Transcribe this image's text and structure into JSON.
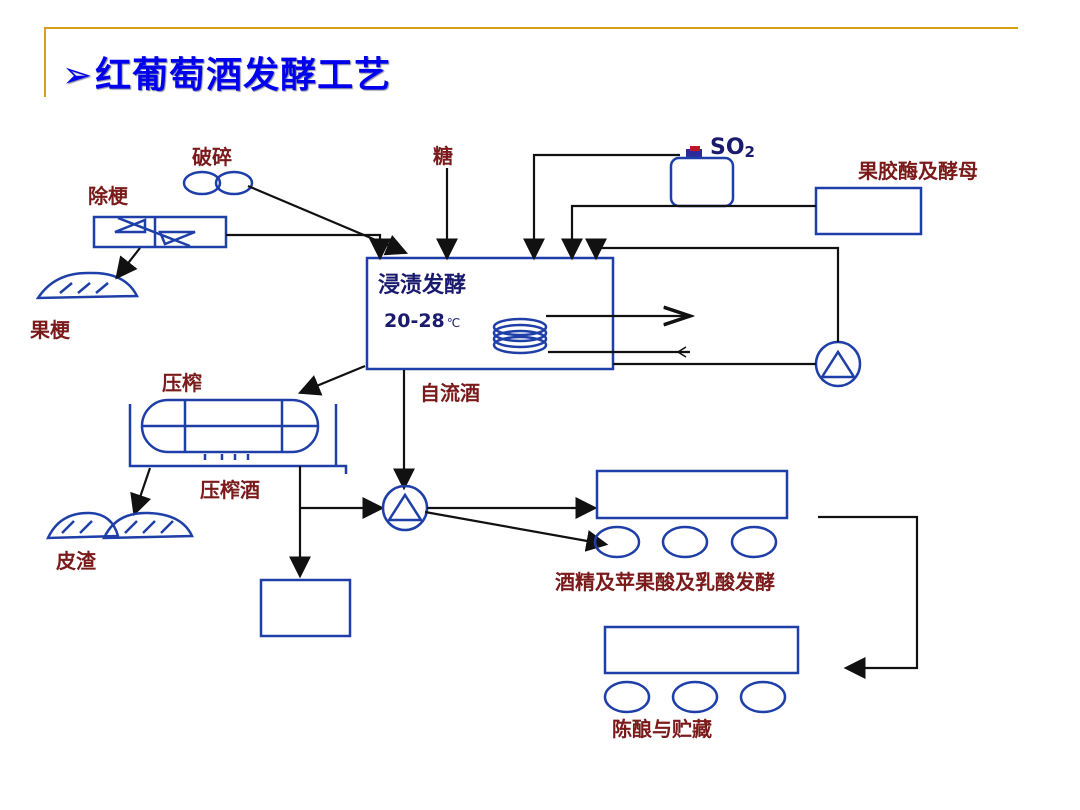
{
  "title": "红葡萄酒发酵工艺",
  "title_marker": "➢",
  "labels": {
    "crush": "破碎",
    "destem": "除梗",
    "stems": "果梗",
    "sugar": "糖",
    "so2_main": "SO",
    "so2_sub": "2",
    "pectinase_yeast": "果胶酶及酵母",
    "maceration": "浸渍发酵",
    "temp": "20-28",
    "temp_unit": "℃",
    "press": "压榨",
    "free_run": "自流酒",
    "press_wine": "压榨酒",
    "pomace": "皮渣",
    "alcohol_mlf": "酒精及苹果酸及乳酸发酵",
    "aging": "陈酿与贮藏"
  },
  "colors": {
    "title": "#0000ee",
    "label": "#7a1a1a",
    "equipment": "#1f3fa8",
    "rule": "#d4a017"
  }
}
